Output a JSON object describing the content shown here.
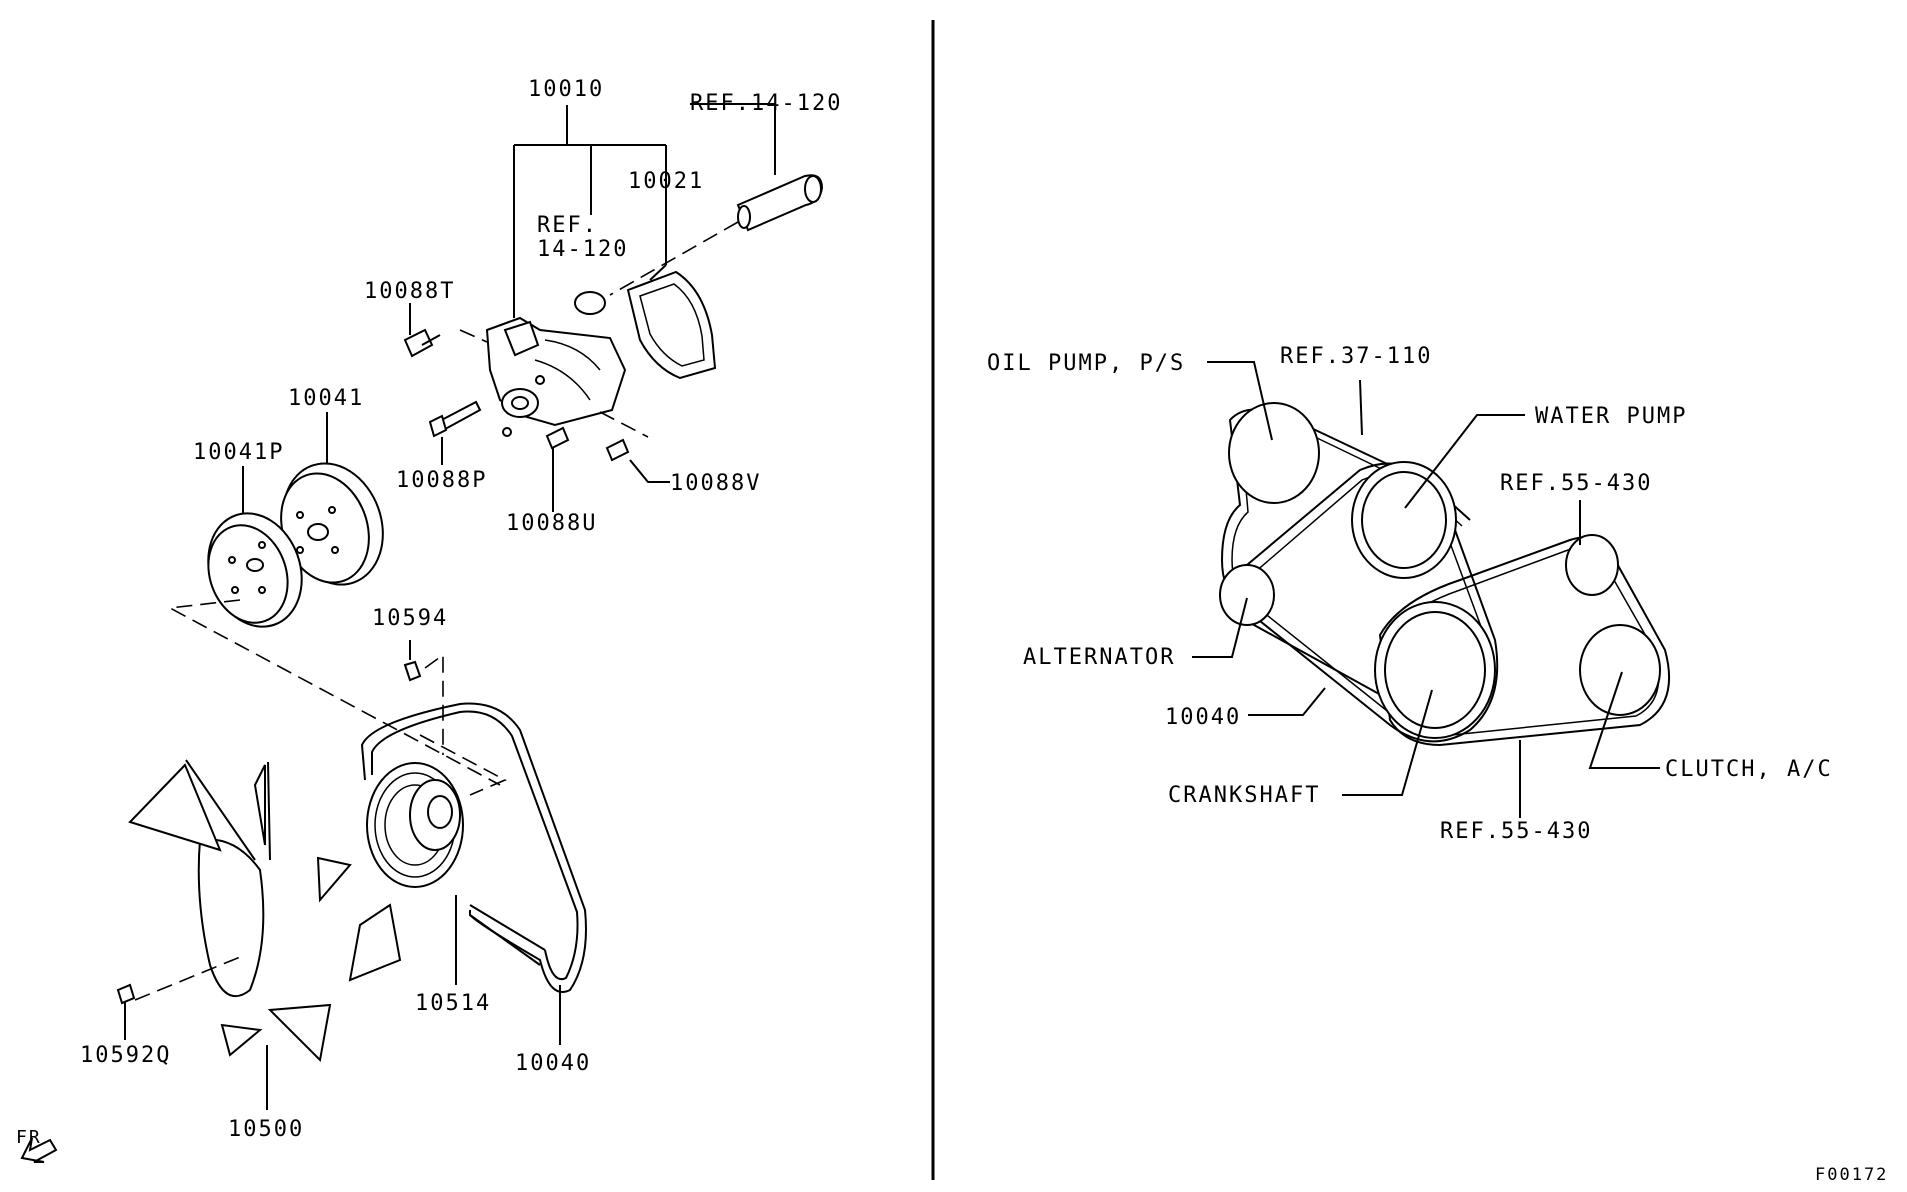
{
  "diagram_code": "F00172",
  "front_marker": "FR",
  "left_labels": {
    "p10010": "10010",
    "ref_14_120_top": "REF.14-120",
    "p10021": "10021",
    "ref_line1": "REF.",
    "ref_line2": "14-120",
    "p10088T": "10088T",
    "p10041": "10041",
    "p10041P": "10041P",
    "p10088P": "10088P",
    "p10088U": "10088U",
    "p10088V": "10088V",
    "p10594": "10594",
    "p10514": "10514",
    "p10040": "10040",
    "p10592Q": "10592Q",
    "p10500": "10500"
  },
  "right_labels": {
    "oil_pump": "OIL PUMP, P/S",
    "ref_37_110": "REF.37-110",
    "water_pump": "WATER PUMP",
    "ref_55_430_top": "REF.55-430",
    "alternator": "ALTERNATOR",
    "p10040": "10040",
    "clutch": "CLUTCH, A/C",
    "crankshaft": "CRANKSHAFT",
    "ref_55_430_bottom": "REF.55-430"
  }
}
